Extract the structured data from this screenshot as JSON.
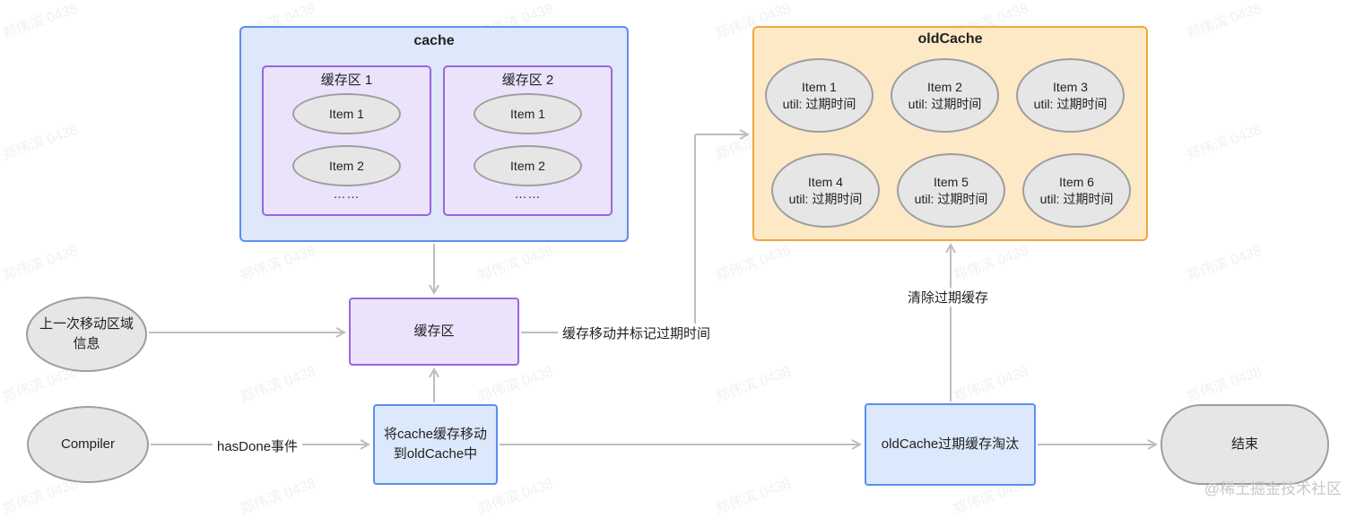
{
  "watermark": "郑伟滨 0438",
  "cache_group": {
    "title": "cache",
    "zones": [
      {
        "title": "缓存区 1",
        "items": [
          "Item 1",
          "Item 2"
        ],
        "more": "……"
      },
      {
        "title": "缓存区 2",
        "items": [
          "Item 1",
          "Item 2"
        ],
        "more": "……"
      }
    ]
  },
  "old_cache_group": {
    "title": "oldCache",
    "items": [
      {
        "name": "Item 1",
        "expire": "util: 过期时间"
      },
      {
        "name": "Item 2",
        "expire": "util: 过期时间"
      },
      {
        "name": "Item 3",
        "expire": "util: 过期时间"
      },
      {
        "name": "Item 4",
        "expire": "util: 过期时间"
      },
      {
        "name": "Item 5",
        "expire": "util: 过期时间"
      },
      {
        "name": "Item 6",
        "expire": "util: 过期时间"
      }
    ]
  },
  "nodes": {
    "prev_region": "上一次移动区域信息",
    "buffer": "缓存区",
    "compiler": "Compiler",
    "move_to_old": "将cache缓存移动到oldCache中",
    "evict": "oldCache过期缓存淘汰",
    "end": "结束"
  },
  "edge_labels": {
    "has_done": "hasDone事件",
    "move_mark": "缓存移动并标记过期时间",
    "clear": "清除过期缓存"
  },
  "credit": "@稀土掘金技术社区",
  "colors": {
    "cache_fill": "#dfe7fb",
    "cache_border": "#5b8ff0",
    "zone_fill": "#ebe2fb",
    "zone_border": "#9a66e0",
    "old_fill": "#fde9c6",
    "old_border": "#f3a53f",
    "ellipse_fill": "#e6e6e6",
    "ellipse_border": "#9e9e9e",
    "arrow": "#bdbdbd"
  }
}
